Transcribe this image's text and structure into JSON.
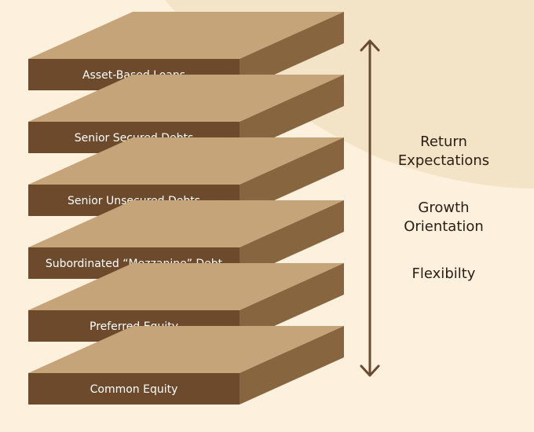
{
  "layers": [
    {
      "label": "Asset-Based Loans"
    },
    {
      "label": "Senior Secured Debts"
    },
    {
      "label": "Senior Unsecured Debts"
    },
    {
      "label": "Subordinated “Mezzanine” Debt"
    },
    {
      "label": "Preferred Equity"
    },
    {
      "label": "Common Equity"
    }
  ],
  "side": {
    "return_line1": "Return",
    "return_line2": "Expectations",
    "growth_line1": "Growth",
    "growth_line2": "Orientation",
    "flexibility": "Flexibilty"
  },
  "colors": {
    "background": "#fdf1de",
    "blob": "#f3e4c8",
    "top_face": "#c6a47a",
    "side_face": "#86653f",
    "front_face": "#6c4a2b",
    "arrow": "#6a4a32"
  },
  "icons": {
    "arrow": "double-headed-vertical-arrow-icon"
  }
}
